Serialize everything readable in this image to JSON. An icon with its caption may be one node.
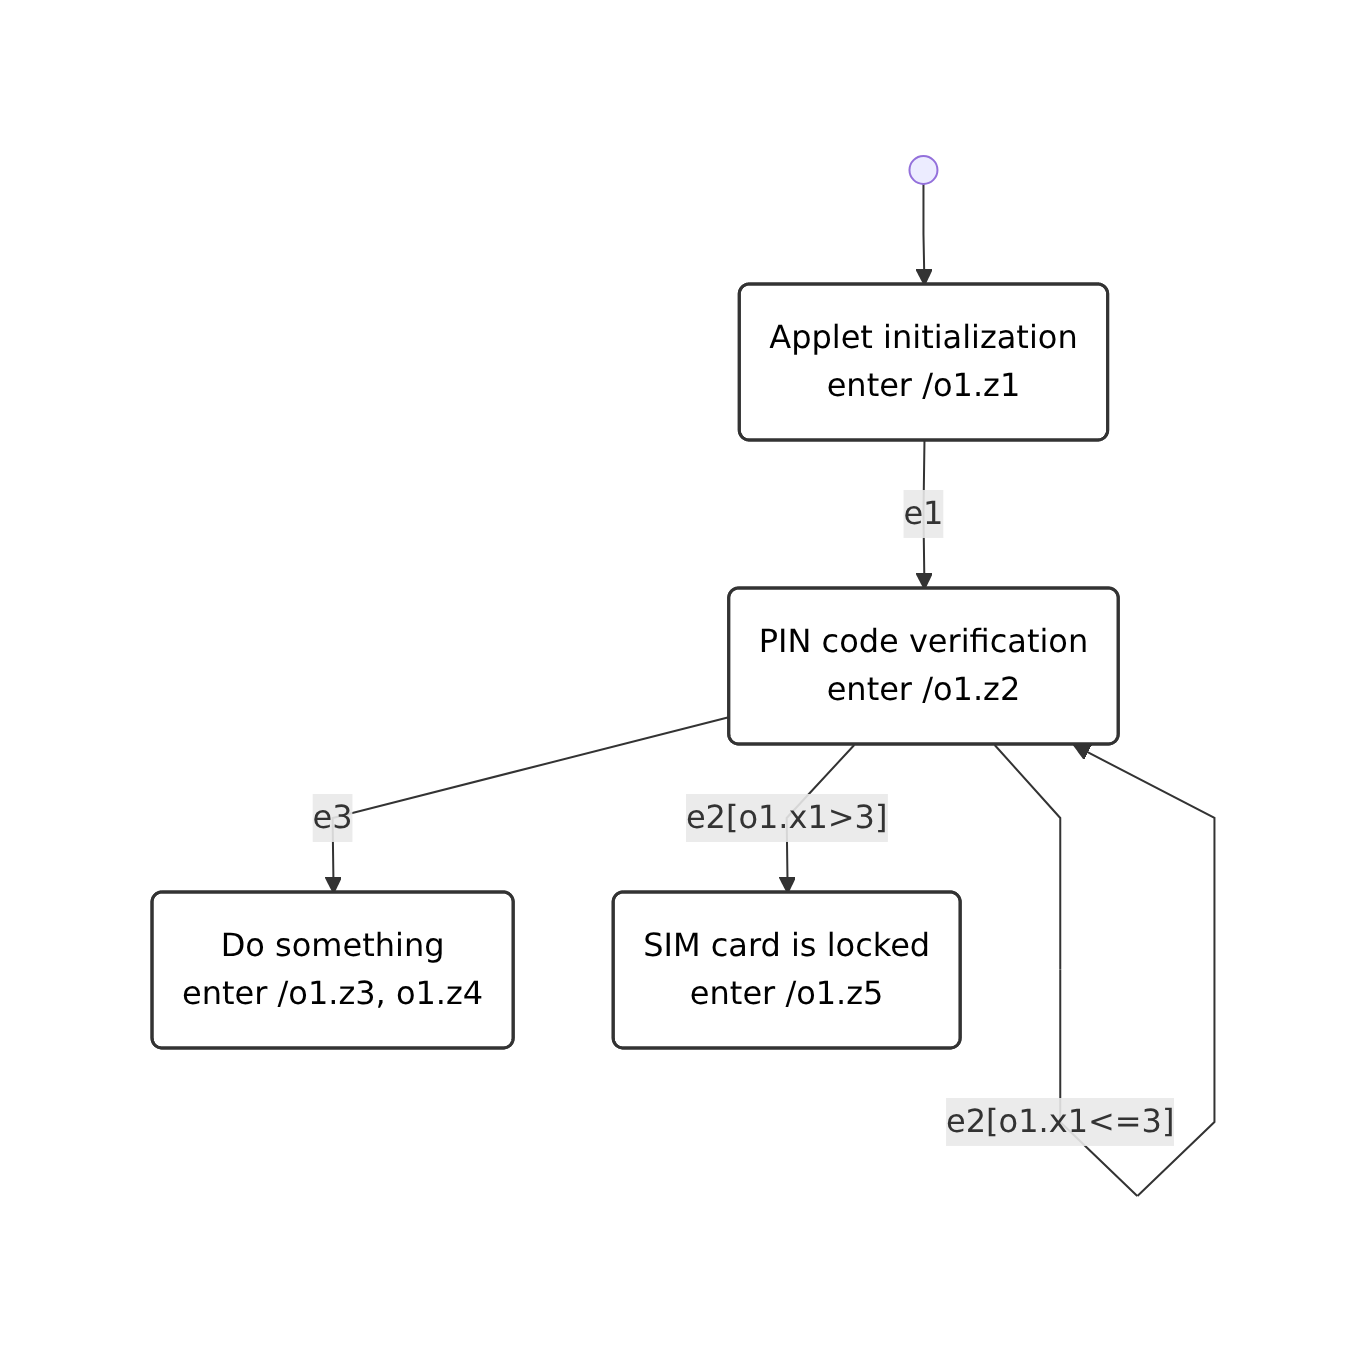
{
  "diagram": {
    "nodes": [
      {
        "text": [],
        "shape": "circle"
      },
      {
        "text": [
          "Applet initialization",
          "enter /o1.z1"
        ]
      },
      {
        "text": [
          "PIN code verification",
          "enter /o1.z2"
        ]
      },
      {
        "text": [
          "Do something",
          "enter /o1.z3, o1.z4"
        ]
      },
      {
        "text": [
          "SIM card is locked",
          "enter /o1.z5"
        ]
      }
    ],
    "edges": [
      {
        "from": 0,
        "to": 1,
        "arrow": "to"
      },
      {
        "from": 1,
        "to": 2,
        "arrow": "to",
        "label": "e1"
      },
      {
        "from": 2,
        "to": 2,
        "arrow": "to",
        "label": "e2[o1.x1<=3]"
      },
      {
        "from": 2,
        "to": 3,
        "arrow": "to",
        "label": "e3"
      },
      {
        "from": 2,
        "to": 4,
        "arrow": "to",
        "label": "e2[o1.x1>3]"
      }
    ]
  }
}
